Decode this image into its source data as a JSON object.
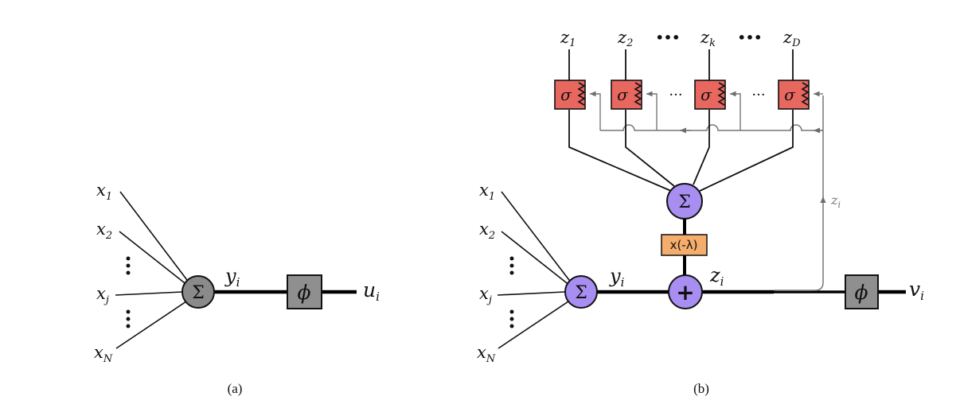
{
  "panel_a": {
    "inputs": [
      "x",
      "x",
      "x",
      "x"
    ],
    "input_subs": [
      "1",
      "2",
      "j",
      "N"
    ],
    "sum_symbol": "Σ",
    "mid_var": "y",
    "mid_sub": "i",
    "activation_symbol": "ϕ",
    "output_var": "u",
    "output_sub": "i",
    "caption": "(a)"
  },
  "panel_b": {
    "inputs": [
      "x",
      "x",
      "x",
      "x"
    ],
    "input_subs": [
      "1",
      "2",
      "j",
      "N"
    ],
    "sum_symbol": "Σ",
    "y_var": "y",
    "y_sub": "i",
    "plus_symbol": "+",
    "z_var": "z",
    "z_sub": "i",
    "activation_symbol": "ϕ",
    "output_var": "v",
    "output_sub": "i",
    "scale_label": "x(-λ)",
    "sigma_symbol": "σ",
    "top_outputs": [
      {
        "var": "z",
        "sub": "1"
      },
      {
        "var": "z",
        "sub": "2"
      },
      {
        "var": "z",
        "sub": "k"
      },
      {
        "var": "z",
        "sub": "D"
      }
    ],
    "top_dots": "•••",
    "row_dots": "···",
    "feedback_var": "z",
    "feedback_sub": "i",
    "inner_sum_symbol": "Σ",
    "caption": "(b)"
  },
  "colors": {
    "sum_node_a": "#8a8a8a",
    "sum_node_b": "#a98ef2",
    "activation_box": "#8f8f8f",
    "sigma_box": "#e8675f",
    "scale_box": "#f4ad6c",
    "feedback_line": "#777777"
  }
}
